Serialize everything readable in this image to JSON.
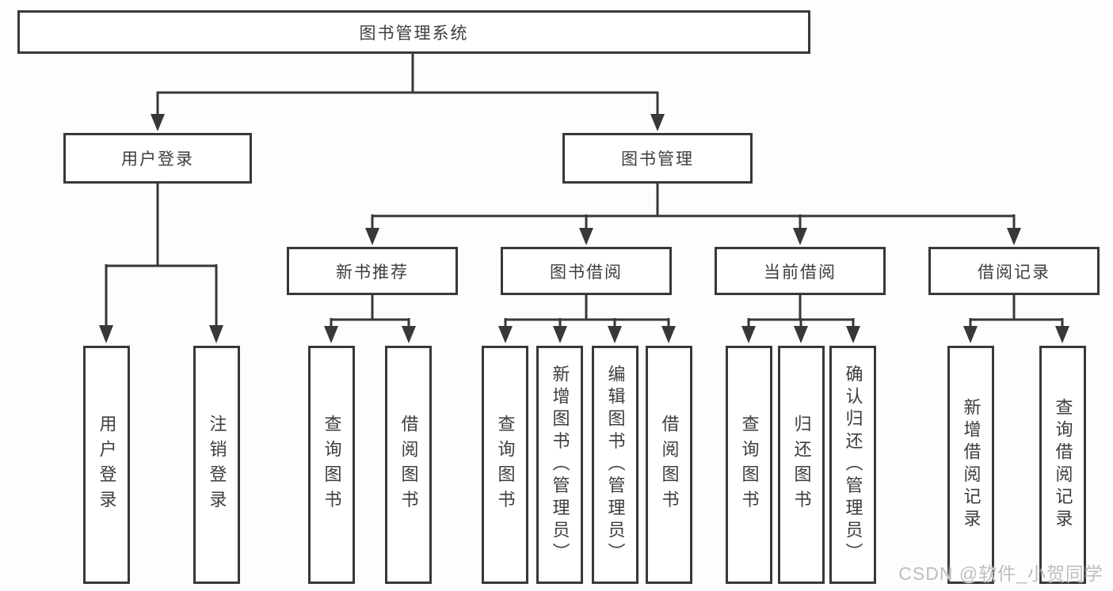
{
  "diagram": {
    "root": {
      "label": "图书管理系统"
    },
    "level2": [
      {
        "label": "用户登录"
      },
      {
        "label": "图书管理"
      }
    ],
    "level3": [
      {
        "label": "新书推荐",
        "parent": "图书管理"
      },
      {
        "label": "图书借阅",
        "parent": "图书管理"
      },
      {
        "label": "当前借阅",
        "parent": "图书管理"
      },
      {
        "label": "借阅记录",
        "parent": "图书管理"
      }
    ],
    "leaves": [
      {
        "label": "用户登录",
        "parent": "用户登录"
      },
      {
        "label": "注销登录",
        "parent": "用户登录"
      },
      {
        "label": "查询图书",
        "parent": "新书推荐"
      },
      {
        "label": "借阅图书",
        "parent": "新书推荐"
      },
      {
        "label": "查询图书",
        "parent": "图书借阅"
      },
      {
        "label": "新增图书（管理员）",
        "parent": "图书借阅"
      },
      {
        "label": "编辑图书（管理员）",
        "parent": "图书借阅"
      },
      {
        "label": "借阅图书",
        "parent": "图书借阅"
      },
      {
        "label": "查询图书",
        "parent": "当前借阅"
      },
      {
        "label": "归还图书",
        "parent": "当前借阅"
      },
      {
        "label": "确认归还（管理员）",
        "parent": "当前借阅"
      },
      {
        "label": "新增借阅记录",
        "parent": "借阅记录"
      },
      {
        "label": "查询借阅记录",
        "parent": "借阅记录"
      }
    ],
    "watermark": "CSDN @软件_小贺同学",
    "colors": {
      "line": "#383838",
      "text": "#3d3d3d",
      "box_background": "#ffffff",
      "page_background": "#fdfdfd",
      "watermark": "#bdbdbd"
    }
  }
}
